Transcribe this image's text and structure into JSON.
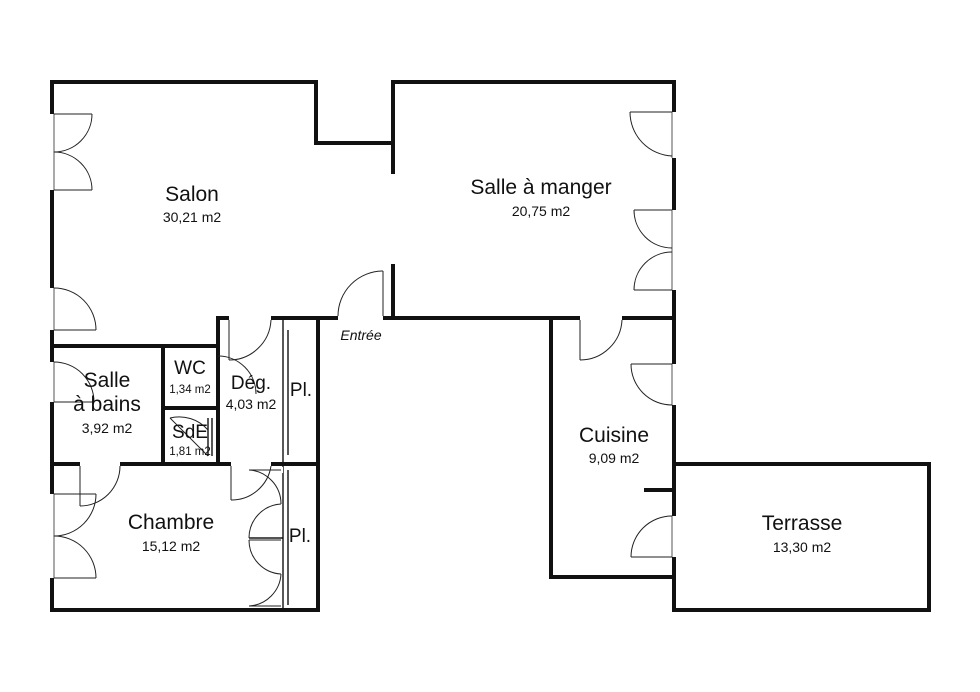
{
  "rooms": [
    {
      "id": "salon",
      "name": "Salon",
      "area": "30,21 m2"
    },
    {
      "id": "salle-a-manger",
      "name": "Salle à manger",
      "area": "20,75 m2"
    },
    {
      "id": "salle-de-bains",
      "name_line1": "Salle",
      "name_line2": "à bains",
      "area": "3,92 m2"
    },
    {
      "id": "wc",
      "name": "WC",
      "area": "1,34 m2"
    },
    {
      "id": "degagement",
      "name": "Dég.",
      "area": "4,03 m2"
    },
    {
      "id": "placard-1",
      "name": "Pl."
    },
    {
      "id": "salle-d-eau",
      "name": "SdE",
      "area": "1,81 m2"
    },
    {
      "id": "cuisine",
      "name": "Cuisine",
      "area": "9,09 m2"
    },
    {
      "id": "chambre",
      "name": "Chambre",
      "area": "15,12 m2"
    },
    {
      "id": "placard-2",
      "name": "Pl."
    },
    {
      "id": "terrasse",
      "name": "Terrasse",
      "area": "13,30 m2"
    }
  ],
  "entrance_label": "Entrée",
  "colors": {
    "wall": "#111111",
    "background": "#ffffff"
  }
}
